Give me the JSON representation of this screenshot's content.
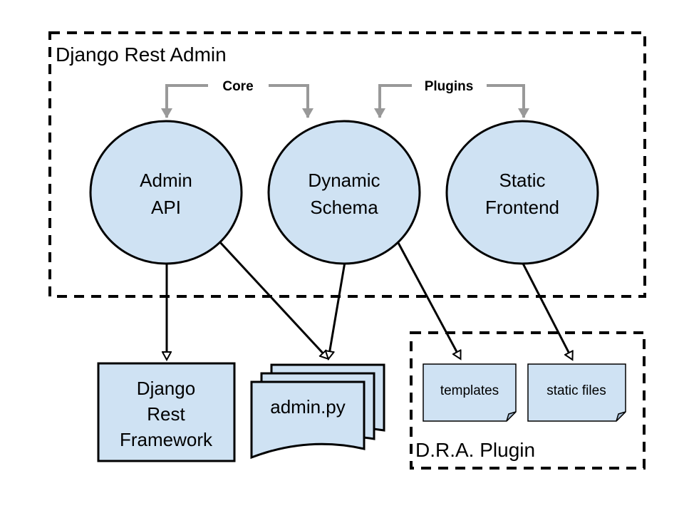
{
  "diagram": {
    "main_group": {
      "label": "Django Rest Admin"
    },
    "plugin_group": {
      "label": "D.R.A. Plugin"
    },
    "annotations": {
      "core": "Core",
      "plugins": "Plugins"
    },
    "nodes": {
      "admin_api": {
        "line1": "Admin",
        "line2": "API"
      },
      "dynamic_schema": {
        "line1": "Dynamic",
        "line2": "Schema"
      },
      "static_frontend": {
        "line1": "Static",
        "line2": "Frontend"
      },
      "drf": {
        "line1": "Django",
        "line2": "Rest",
        "line3": "Framework"
      },
      "admin_py": {
        "label": "admin.py"
      },
      "templates": {
        "label": "templates"
      },
      "static_files": {
        "label": "static files"
      }
    },
    "colors": {
      "node_fill": "#cfe2f3",
      "stroke": "#000000",
      "annotation_arrow": "#999999"
    }
  }
}
